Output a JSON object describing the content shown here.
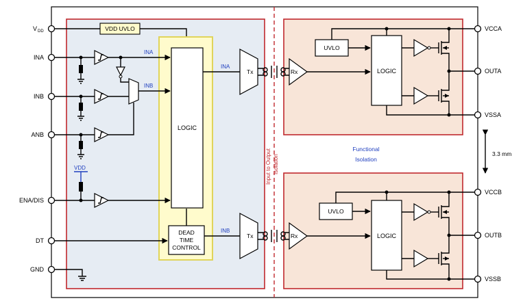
{
  "pins_left": {
    "vdd": "V",
    "vdd_sub": "DD",
    "ina": "INA",
    "inb": "INB",
    "anb": "ANB",
    "ena_dis": "ENA/DIS",
    "dt": "DT",
    "gnd": "GND"
  },
  "pins_right": {
    "vcca": "VCCA",
    "outa": "OUTA",
    "vssa": "VSSA",
    "vccb": "VCCB",
    "outb": "OUTB",
    "vssb": "VSSB"
  },
  "blocks": {
    "vdd_uvlo": "VDD UVLO",
    "input_logic": "LOGIC",
    "dead_time": [
      "DEAD",
      "TIME",
      "CONTROL"
    ],
    "tx": "Tx",
    "rx": "Rx",
    "uvlo": "UVLO",
    "driver_logic": "LOGIC"
  },
  "signals": {
    "ina": "INA",
    "inb": "INB",
    "vdd": "VDD"
  },
  "isolation": {
    "barrier": [
      "Input to Output",
      "Isolation"
    ],
    "functional": [
      "Functional",
      "Isolation"
    ],
    "spacing": "3.3 mm"
  },
  "colors": {
    "input_side_fill": "#e6ecf3",
    "output_side_fill": "#f8e5d8",
    "logic_fill": "#fffbcc",
    "logic_border": "#e0d45a",
    "boundary_red": "#c0282d",
    "signal_blue": "#1f3fbf"
  }
}
